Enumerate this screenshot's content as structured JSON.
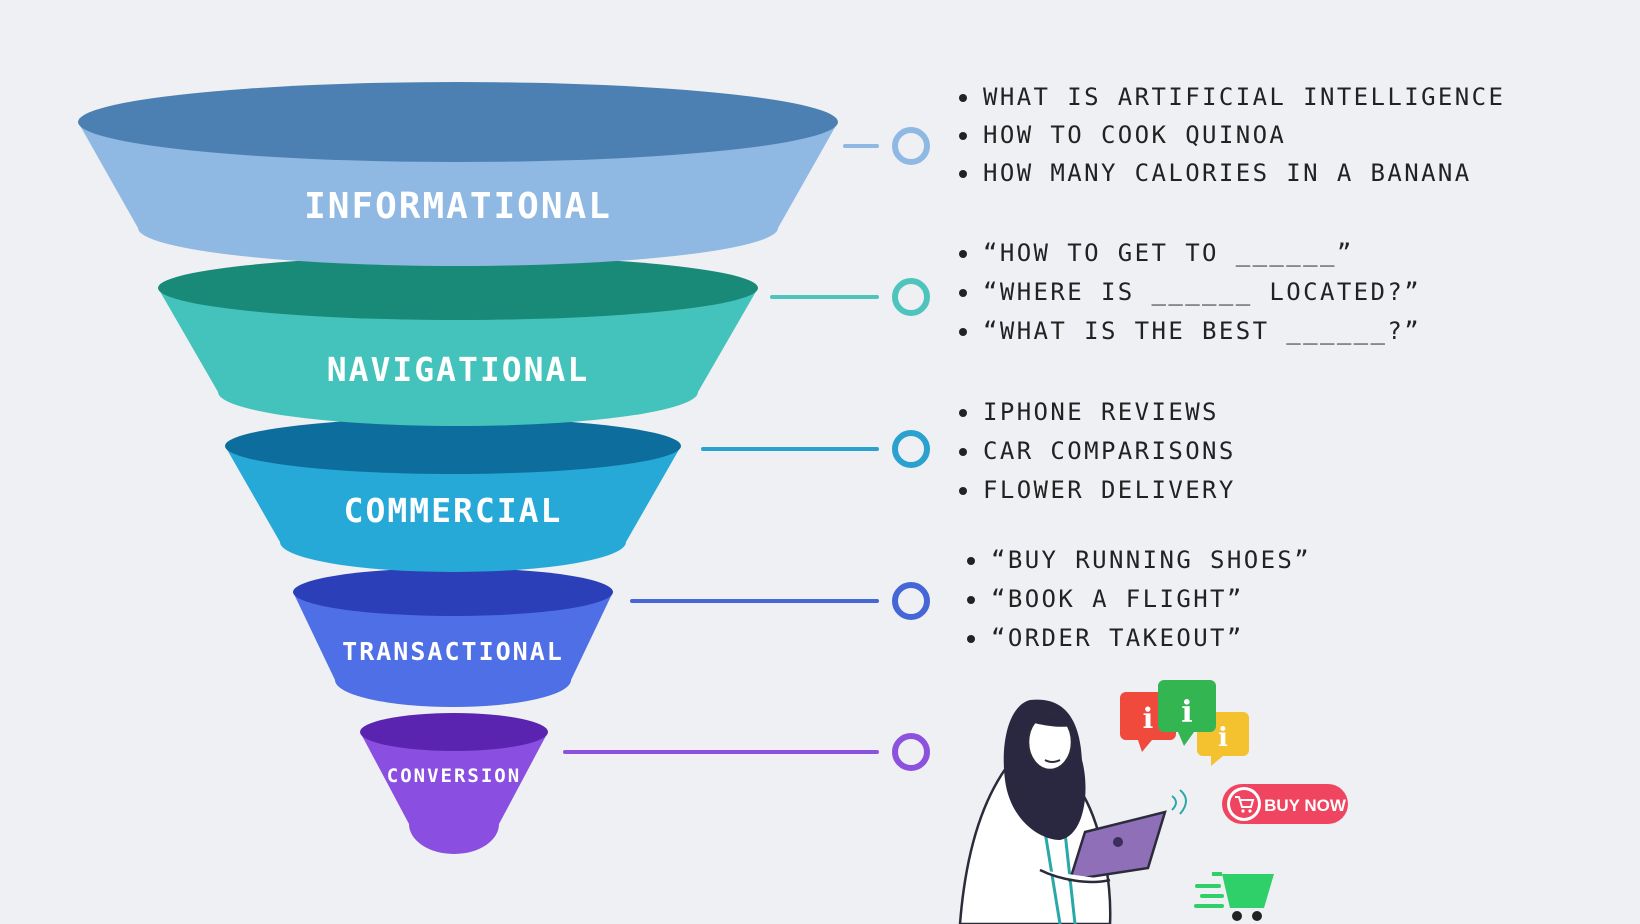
{
  "funnel": {
    "stages": [
      {
        "label": "INFORMATIONAL",
        "top_color": "#4d80b2",
        "body_color": "#8fb8e3",
        "connector_color": "#8fb8e3"
      },
      {
        "label": "NAVIGATIONAL",
        "top_color": "#1a8a78",
        "body_color": "#43c3bb",
        "connector_color": "#4fc4bd"
      },
      {
        "label": "COMMERCIAL",
        "top_color": "#0d6e9e",
        "body_color": "#27a9d8",
        "connector_color": "#2aa1cf"
      },
      {
        "label": "TRANSACTIONAL",
        "top_color": "#2a3fb8",
        "body_color": "#4e6fe6",
        "connector_color": "#4566d6"
      },
      {
        "label": "CONVERSION",
        "top_color": "#5a24b0",
        "body_color": "#8a4ee0",
        "connector_color": "#8c52de"
      }
    ]
  },
  "examples": [
    {
      "items": [
        "WHAT IS ARTIFICIAL INTELLIGENCE",
        "HOW TO COOK QUINOA",
        "HOW MANY CALORIES IN A BANANA"
      ]
    },
    {
      "items": [
        "“HOW TO GET TO ______”",
        "“WHERE IS ______ LOCATED?”",
        "“WHAT IS THE BEST ______?”"
      ]
    },
    {
      "items": [
        "IPHONE REVIEWS",
        "CAR COMPARISONS",
        "FLOWER DELIVERY"
      ]
    },
    {
      "items": [
        "“BUY RUNNING SHOES”",
        "“BOOK A FLIGHT”",
        "“ORDER TAKEOUT”"
      ]
    }
  ],
  "illustration": {
    "buy_button_label": "BUY NOW",
    "info_bubble_glyph": "i",
    "icons": [
      "person-with-laptop-icon",
      "info-speech-bubbles-icon",
      "shopping-cart-icon"
    ],
    "colors": {
      "buy_button": "#ef4560",
      "cart": "#2fcf6a",
      "bubble_red": "#ef4a3c",
      "bubble_green": "#33b552",
      "bubble_yellow": "#f4c22e"
    }
  }
}
